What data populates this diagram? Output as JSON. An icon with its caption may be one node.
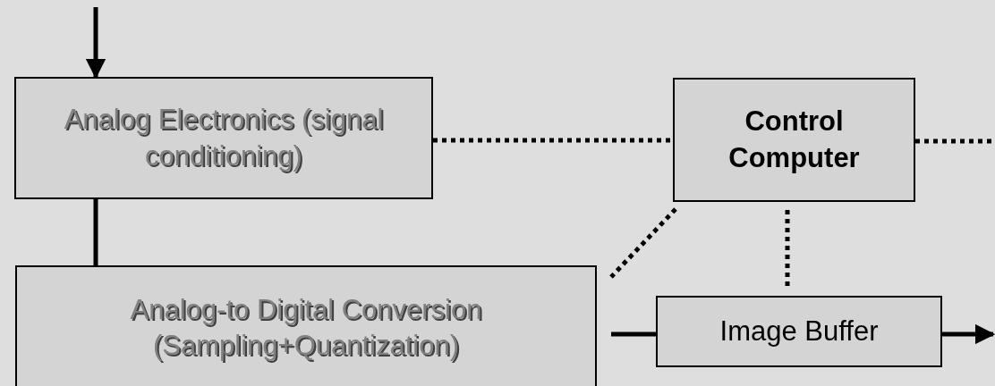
{
  "diagram": {
    "nodes": [
      {
        "text": [
          "Analog Electronics (signal conditioning)"
        ]
      },
      {
        "text": [
          "Control Computer"
        ]
      },
      {
        "text": [
          "Analog-to Digital Conversion (Sampling+Quantization)"
        ]
      },
      {
        "text": [
          "Image Buffer"
        ]
      }
    ],
    "edges": [
      {
        "from": null,
        "to": 0,
        "arrow": "to"
      },
      {
        "from": 0,
        "to": 1,
        "arrow": "none",
        "style": "dashed"
      },
      {
        "from": 1,
        "to": null,
        "arrow": "none",
        "style": "dashed"
      },
      {
        "from": 0,
        "to": 2,
        "arrow": "none"
      },
      {
        "from": 1,
        "to": 2,
        "arrow": "none",
        "style": "dashed"
      },
      {
        "from": 1,
        "to": 3,
        "arrow": "none",
        "style": "dashed"
      },
      {
        "from": 2,
        "to": 3,
        "arrow": "none"
      },
      {
        "from": 3,
        "to": null,
        "arrow": "to"
      }
    ]
  }
}
